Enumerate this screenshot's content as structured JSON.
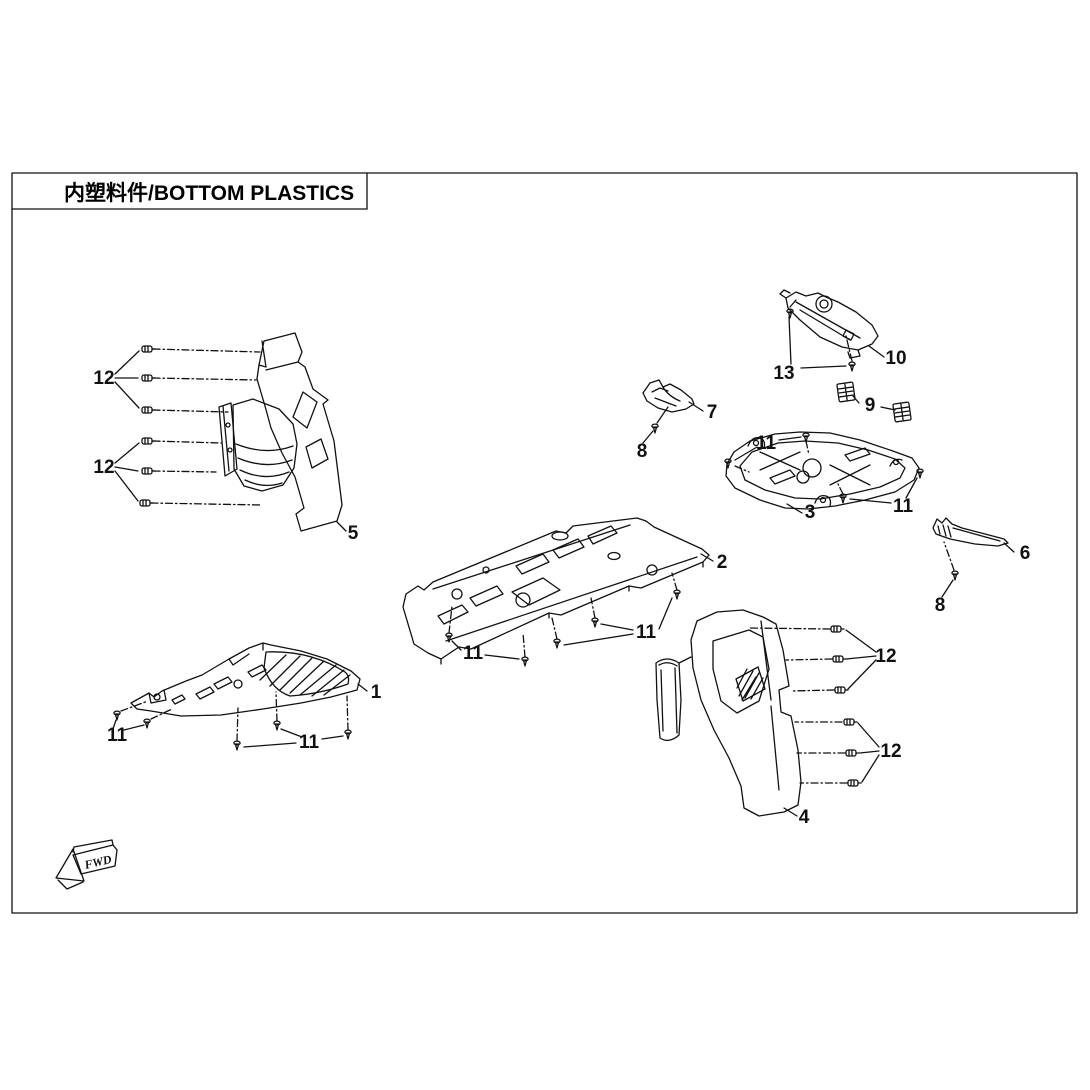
{
  "title": {
    "text": "内塑料件/BOTTOM PLASTICS"
  },
  "direction_indicator": {
    "label": "FWD"
  },
  "colors": {
    "background": "#ffffff",
    "line": "#111111",
    "frame": "#000000"
  },
  "callouts": [
    {
      "label": "12",
      "target": "part5-upper-bolts"
    },
    {
      "label": "12",
      "target": "part5-lower-bolts"
    },
    {
      "label": "5",
      "target": "inner-fender-panel"
    },
    {
      "label": "13",
      "target": "bracket10-screws"
    },
    {
      "label": "10",
      "target": "upper-bracket"
    },
    {
      "label": "9",
      "target": "square-clips"
    },
    {
      "label": "7",
      "target": "small-bracket"
    },
    {
      "label": "8",
      "target": "bracket7-screw"
    },
    {
      "label": "11",
      "target": "tray-left-screws"
    },
    {
      "label": "3",
      "target": "tray-plate"
    },
    {
      "label": "11",
      "target": "tray-right-screws"
    },
    {
      "label": "6",
      "target": "long-bracket"
    },
    {
      "label": "8",
      "target": "bracket6-screw"
    },
    {
      "label": "2",
      "target": "main-skid-plate"
    },
    {
      "label": "11",
      "target": "skid2-left-screws"
    },
    {
      "label": "11",
      "target": "skid2-right-screws"
    },
    {
      "label": "1",
      "target": "front-skid-plate"
    },
    {
      "label": "11",
      "target": "skid1-left-screws"
    },
    {
      "label": "11",
      "target": "skid1-bottom-screws"
    },
    {
      "label": "12",
      "target": "panel4-upper-bolts"
    },
    {
      "label": "12",
      "target": "panel4-lower-bolts"
    },
    {
      "label": "4",
      "target": "side-panel"
    }
  ]
}
